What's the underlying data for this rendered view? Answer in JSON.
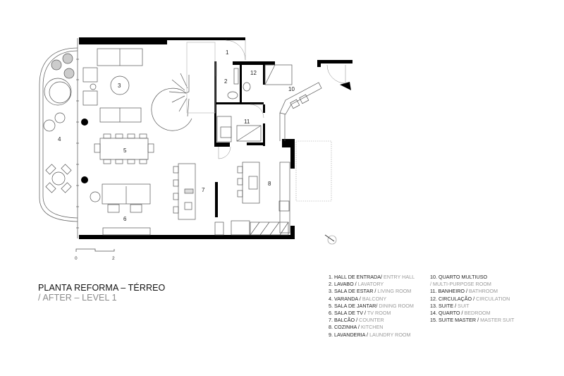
{
  "plan": {
    "title_pt": "PLANTA REFORMA – TÉRREO",
    "title_en": "/ AFTER – LEVEL 1",
    "scale": {
      "start": "0",
      "end": "2"
    },
    "room_numbers": {
      "r1": "1",
      "r2": "2",
      "r3": "3",
      "r4": "4",
      "r5": "5",
      "r6": "6",
      "r7": "7",
      "r8": "8",
      "r10": "10",
      "r11": "11",
      "r12": "12"
    }
  },
  "legend": {
    "col1": [
      {
        "pt": "1. HALL DE ENTRADA/",
        "en": " ENTRY HALL"
      },
      {
        "pt": "2. LAVABO / ",
        "en": "LAVATORY"
      },
      {
        "pt": "3. SALA DE ESTAR / ",
        "en": "LIVING ROOM"
      },
      {
        "pt": "4. VARANDA / ",
        "en": "BALCONY"
      },
      {
        "pt": "5. SALA DE JANTAR/ ",
        "en": "DINING ROOM"
      },
      {
        "pt": "6. SALA DE TV / ",
        "en": "TV ROOM"
      },
      {
        "pt": "7. BALCÃO / ",
        "en": "COUNTER"
      },
      {
        "pt": "8. COZINHA / ",
        "en": "KITCHEN"
      },
      {
        "pt": "9. LAVANDERIA / ",
        "en": "LAUNDRY ROOM"
      }
    ],
    "col2": [
      {
        "pt": "10. QUARTO MULTIUSO",
        "en": ""
      },
      {
        "pt": "",
        "en": "/ MULTI-PURPOSE ROOM"
      },
      {
        "pt": "11. BANHEIRO / ",
        "en": "BATHROOM"
      },
      {
        "pt": "12. CIRCULAÇÃO / ",
        "en": "CIRCULATION"
      },
      {
        "pt": "13. SUITE / ",
        "en": "SUIT"
      },
      {
        "pt": "14. QUARTO / ",
        "en": "BEDROOM"
      },
      {
        "pt": "15. SUITE MASTER / ",
        "en": "MASTER SUIT"
      }
    ]
  },
  "colors": {
    "wall": "#000000",
    "line": "#555555",
    "light": "#bbbbbb",
    "legend_en": "#999999"
  }
}
